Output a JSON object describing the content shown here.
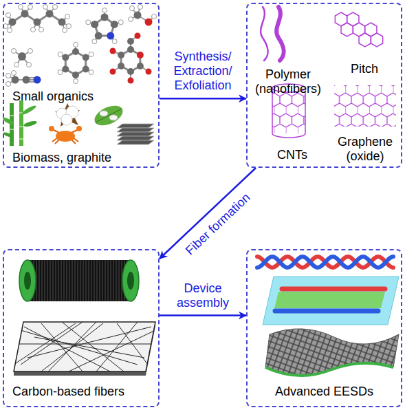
{
  "diagram": {
    "nodes": [
      {
        "text": [
          "Small organics",
          "Biomass, graphite"
        ]
      },
      {
        "text": [
          "Polymer (nanofibers)",
          "Pitch",
          "CNTs",
          "Graphene (oxide)"
        ]
      },
      {
        "text": [
          "Carbon-based fibers"
        ]
      },
      {
        "text": [
          "Advanced EESDs"
        ]
      }
    ],
    "edges": [
      {
        "from": 0,
        "to": 1,
        "arrow": "to",
        "label": "Synthesis/ Extraction/ Exfoliation"
      },
      {
        "from": 1,
        "to": 2,
        "arrow": "to",
        "label": "Fiber formation"
      },
      {
        "from": 2,
        "to": 3,
        "arrow": "to",
        "label": "Device assembly"
      }
    ]
  }
}
